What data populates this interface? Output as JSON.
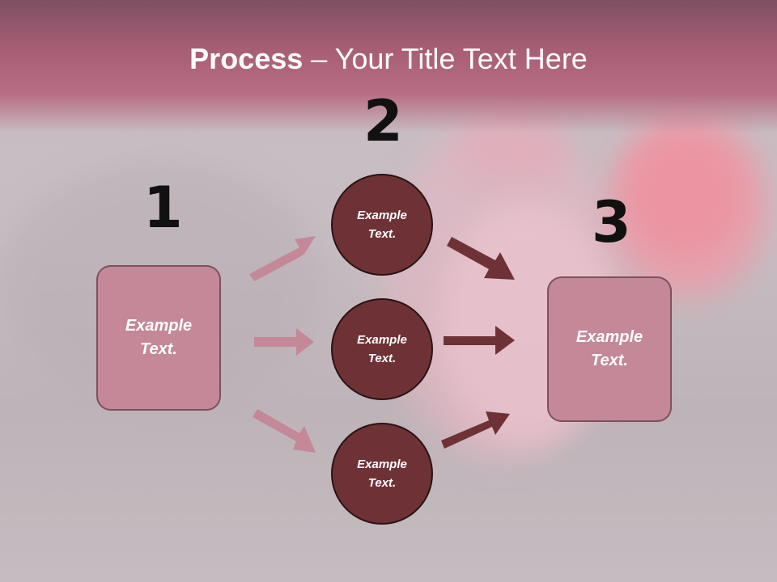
{
  "slide": {
    "title_bold": "Process",
    "title_rest": " – Your Title Text Here"
  },
  "steps": {
    "one": "1",
    "two": "2",
    "three": "3"
  },
  "left_box": {
    "text": "Example Text."
  },
  "circles": [
    {
      "text": "Example Text."
    },
    {
      "text": "Example Text."
    },
    {
      "text": "Example Text."
    }
  ],
  "right_box": {
    "text": "Example Text."
  },
  "colors": {
    "banner": "#a65d74",
    "box_fill": "#c48898",
    "circle_fill": "#6e3236",
    "arrow_light": "#c48898",
    "arrow_dark": "#6e3236"
  }
}
